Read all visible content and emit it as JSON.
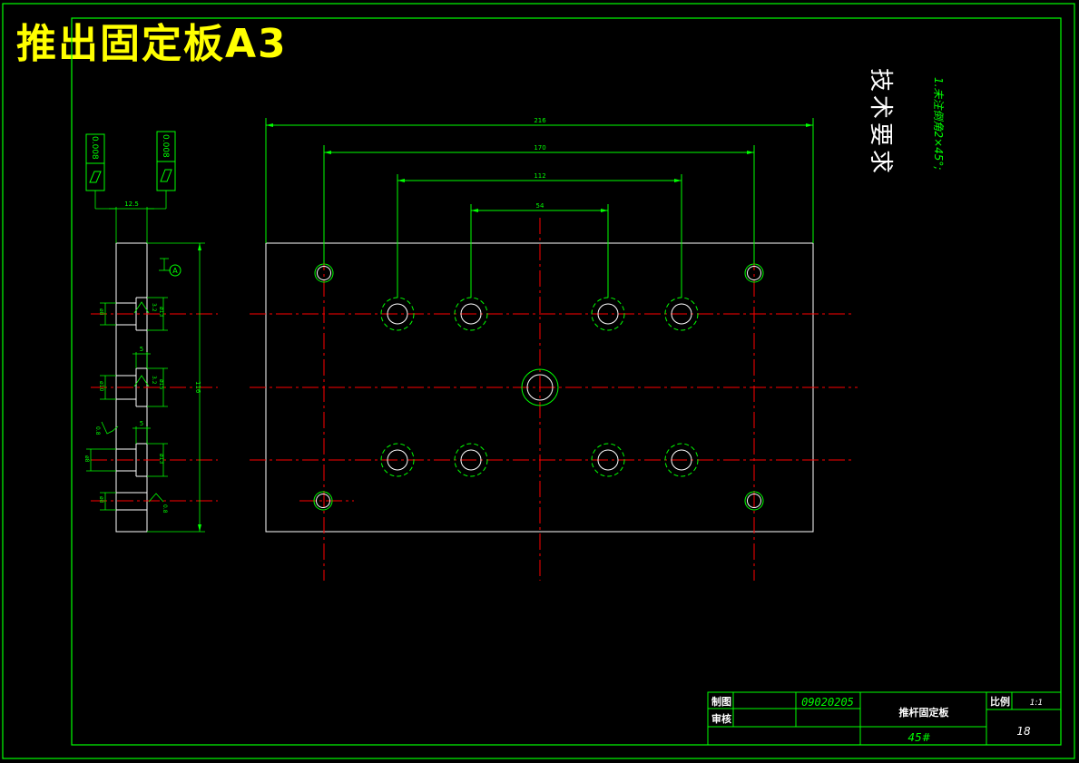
{
  "title": "推出固定板A3",
  "colors": {
    "background": "#000000",
    "frame": "#00ff00",
    "outline": "#ffffff",
    "dimension": "#00ff00",
    "centerline": "#ff0000",
    "title": "#ffff00"
  },
  "tech_requirements": {
    "heading": "技术要求",
    "note": "1.未注倒角2×45°;"
  },
  "dimensions": {
    "d216": "216",
    "d170": "170",
    "d112": "112",
    "d54": "54",
    "d12_5": "12.5",
    "d5a": "5",
    "d5b": "5",
    "height": "116"
  },
  "tolerances": {
    "flatness1": "0.008",
    "flatness2": "0.008",
    "datum": "A"
  },
  "side_labels": {
    "a1": "ø8",
    "a2": "ø13",
    "a3": "3.2",
    "b1": "ø10",
    "b2": "ø15",
    "b3": "3.2",
    "c1": "ø8",
    "c2": "ø13",
    "c3": "0.8",
    "d1": "ø8",
    "d2": "0.8"
  },
  "title_block": {
    "drawn_label": "制图",
    "checked_label": "审核",
    "drawing_no": "09020205",
    "part_name": "推杆固定板",
    "scale_label": "比例",
    "scale_value": "1:1",
    "material": "45#",
    "sheet_no": "18"
  }
}
